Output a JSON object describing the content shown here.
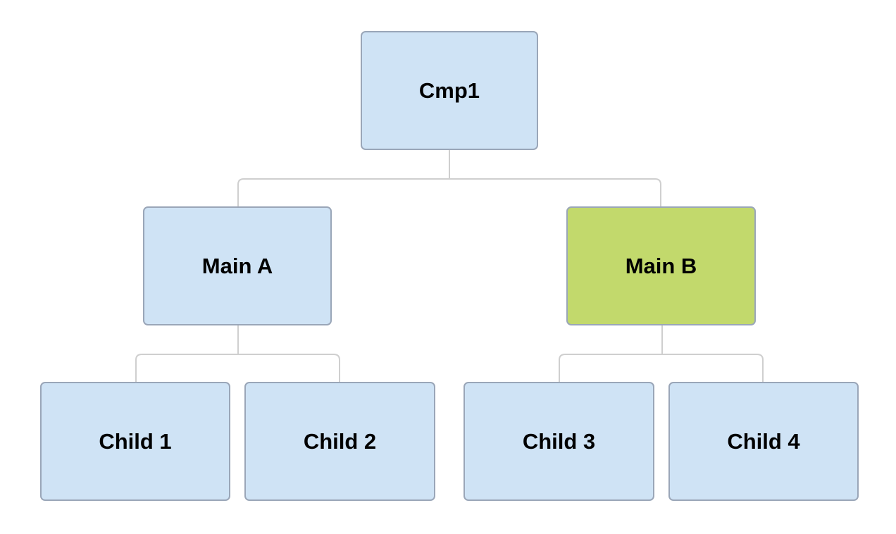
{
  "org_chart": {
    "root": {
      "label": "Cmp1"
    },
    "main_a": {
      "label": "Main A"
    },
    "main_b": {
      "label": "Main B",
      "selected": true
    },
    "children": [
      {
        "label": "Child 1",
        "parent": "Main A"
      },
      {
        "label": "Child 2",
        "parent": "Main A"
      },
      {
        "label": "Child 3",
        "parent": "Main B"
      },
      {
        "label": "Child 4",
        "parent": "Main B"
      }
    ]
  },
  "colors": {
    "node_fill": "#cfe3f5",
    "selected_fill": "#c2d96c",
    "node_border": "#9aa6b8",
    "connector": "#cfcfcf"
  }
}
